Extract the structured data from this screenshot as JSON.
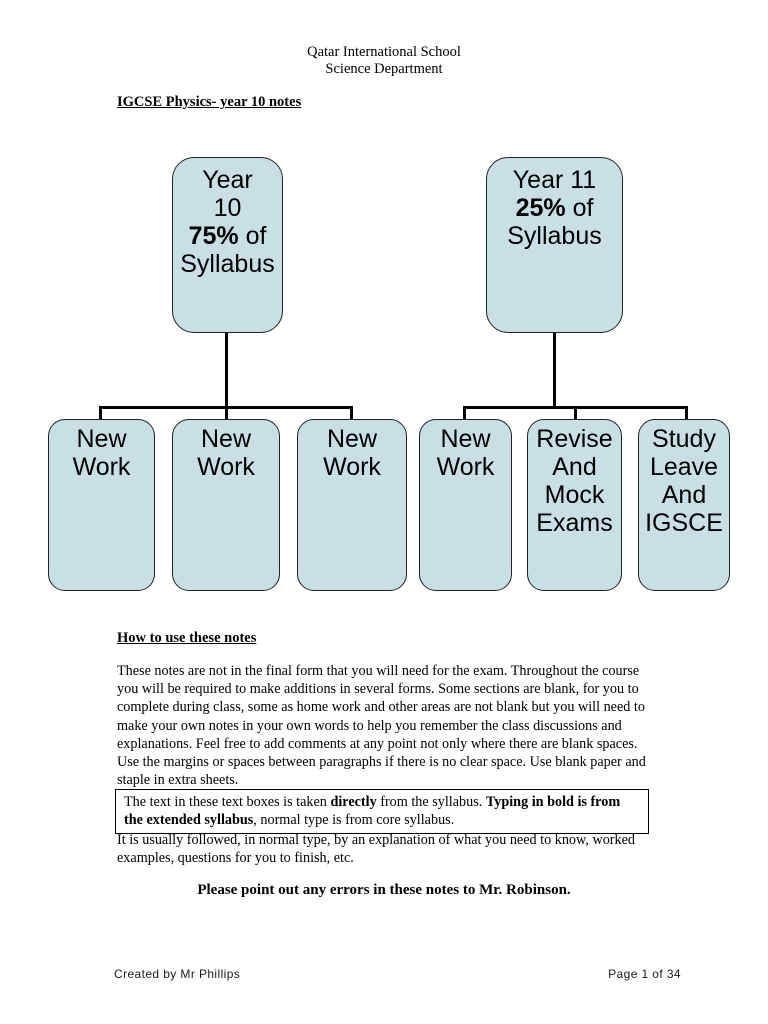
{
  "header": {
    "line1": "Qatar International School",
    "line2": "Science Department",
    "doc_title": "IGCSE Physics- year 10 notes"
  },
  "diagram": {
    "box_fill_color": "#c8e0e4",
    "box_border_color": "#222222",
    "year10": {
      "line1": "Year",
      "line2": "10",
      "pct": "75%",
      "pct_suffix": " of",
      "line4": "Syllabus"
    },
    "year11": {
      "line1": "Year 11",
      "pct": "25%",
      "pct_suffix": " of",
      "line3": "Syllabus"
    },
    "bottom_boxes": [
      {
        "label": "New\nWork"
      },
      {
        "label": "New\nWork"
      },
      {
        "label": "New\nWork"
      },
      {
        "label": "New\nWork"
      },
      {
        "label": "Revise\nAnd\nMock\nExams"
      },
      {
        "label": "Study\nLeave\nAnd\nIGSCE"
      }
    ]
  },
  "body": {
    "section_heading": "How to use these notes",
    "para1": "These notes are not in the final form that you will need for the exam. Throughout the course you will be required to make additions in several forms. Some sections are blank, for you to complete during class, some as home work and other areas are not blank but you will need to make your own notes in your own words to help you remember the class discussions and explanations. Feel free to add comments at any point not only where there are blank spaces. Use the margins or spaces between paragraphs if there is no clear space. Use blank paper and staple in extra sheets.",
    "note_box": {
      "t1": "The text in these text boxes is taken ",
      "b1": "directly",
      "t2": " from the syllabus. ",
      "b2": "Typing in bold is from the extended syllabus",
      "t3": ", normal type is from core syllabus."
    },
    "para2": "It is usually followed, in normal type, by an explanation of what you need to know, worked examples, questions for you to finish, etc.",
    "notice": "Please point out any errors in these notes to Mr. Robinson."
  },
  "footer": {
    "author": "Created by Mr Phillips",
    "page": "Page 1 of 34"
  }
}
